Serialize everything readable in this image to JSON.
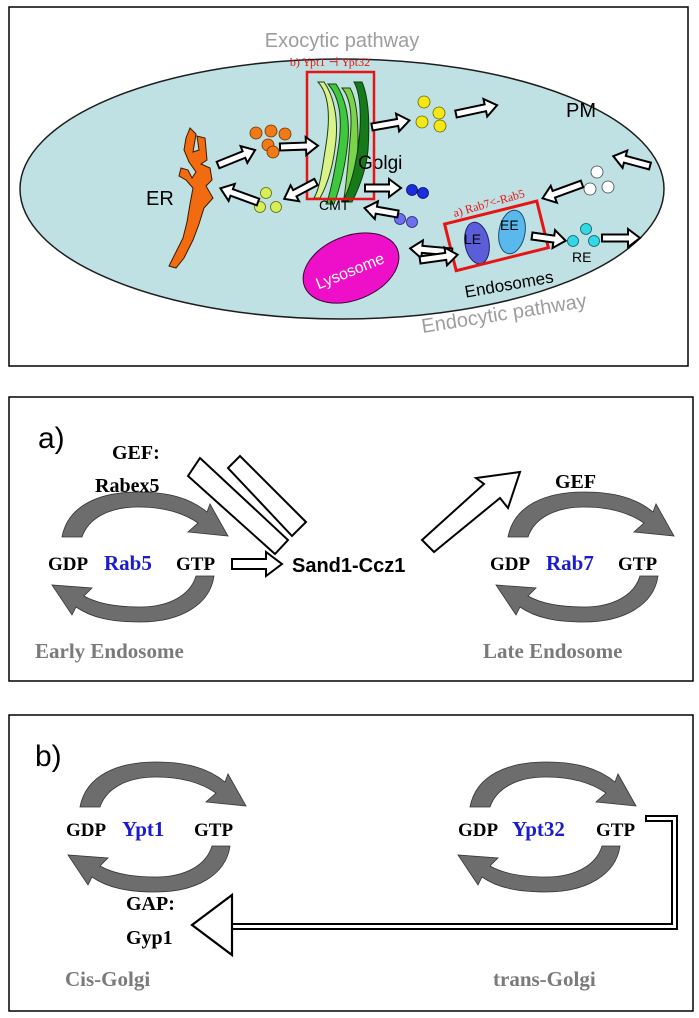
{
  "panel_top": {
    "exocytic_label": "Exocytic pathway",
    "endocytic_label": "Endocytic pathway",
    "golgi_box_label": "b) Ypt1 ⊣ Ypt32",
    "endosome_box_label": "a) Rab7<-Rab5",
    "er_label": "ER",
    "golgi_label": "Golgi",
    "cmt_label": "CMT",
    "pm_label": "PM",
    "le_label": "LE",
    "ee_label": "EE",
    "re_label": "RE",
    "lysosome_label": "Lysosome",
    "endosomes_label": "Endosomes",
    "colors": {
      "cell": "#bfe1e3",
      "er": "#f26b10",
      "lysosome": "#ee10c9",
      "highlight_box": "#e61414",
      "vesicle_orange": "#f07a18",
      "vesicle_yellow": "#f2e818",
      "vesicle_lime": "#d7ee5a",
      "vesicle_blue": "#1a2ee0",
      "vesicle_purple": "#6e6ef0",
      "vesicle_cyan": "#33d8e6",
      "golgi_dark": "#177a1a",
      "golgi_mid": "#3ec83e",
      "golgi_light": "#d9f28a",
      "le": "#5b5ed8",
      "ee": "#5ab9ec"
    }
  },
  "panel_a": {
    "panel_label": "a)",
    "gef_left_line1": "GEF:",
    "gef_left_line2": "Rabex5",
    "gef_right": "GEF",
    "left_gdp": "GDP",
    "left_rab": "Rab5",
    "left_gtp": "GTP",
    "complex": "Sand1-Ccz1",
    "right_gdp": "GDP",
    "right_rab": "Rab7",
    "right_gtp": "GTP",
    "left_caption": "Early  Endosome",
    "right_caption": "Late  Endosome"
  },
  "panel_b": {
    "panel_label": "b)",
    "left_gdp": "GDP",
    "left_rab": "Ypt1",
    "left_gtp": "GTP",
    "right_gdp": "GDP",
    "right_rab": "Ypt32",
    "right_gtp": "GTP",
    "gap_line1": "GAP:",
    "gap_line2": "Gyp1",
    "left_caption": "Cis-Golgi",
    "right_caption": "trans-Golgi"
  },
  "colors": {
    "rab_blue": "#1c1ccf",
    "caption_gray": "#7a7a7a",
    "cycle_dark": "#696969",
    "cycle_light": "#a8a8a8"
  }
}
